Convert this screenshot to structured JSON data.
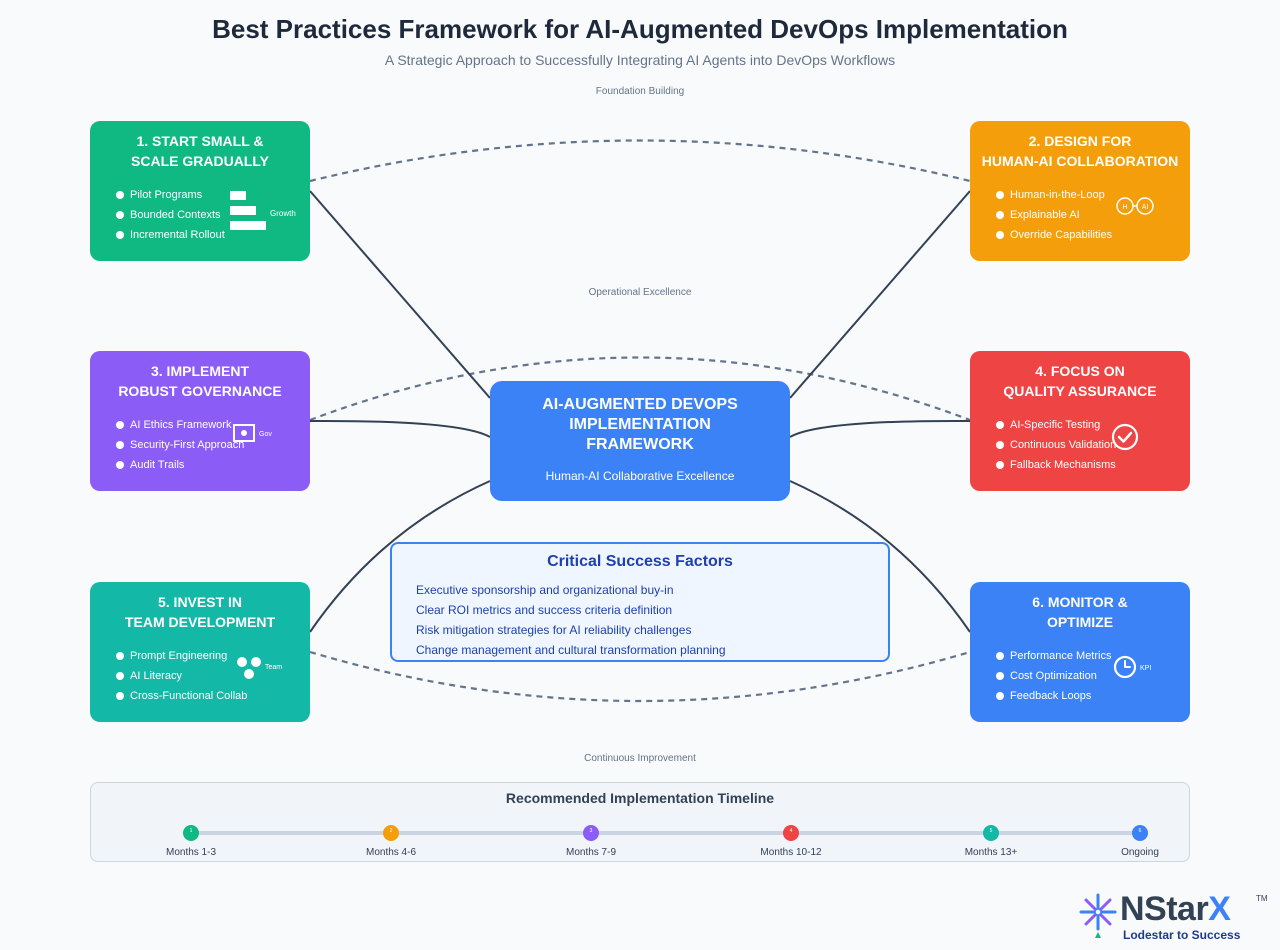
{
  "title": "Best Practices Framework for AI-Augmented DevOps Implementation",
  "subtitle": "A Strategic Approach to Successfully Integrating AI Agents into DevOps Workflows",
  "regions": {
    "top": "Foundation Building",
    "middle": "Operational Excellence",
    "bottom": "Continuous Improvement"
  },
  "center": {
    "title_lines": [
      "AI-AUGMENTED DEVOPS",
      "IMPLEMENTATION",
      "FRAMEWORK"
    ],
    "subtitle": "Human-AI Collaborative Excellence",
    "color": "#3b82f6"
  },
  "cards": [
    {
      "title_lines": [
        "1. START SMALL &",
        "SCALE GRADUALLY"
      ],
      "items": [
        "Pilot Programs",
        "Bounded Contexts",
        "Incremental Rollout"
      ],
      "color": "#10b981",
      "viz_label": "Growth"
    },
    {
      "title_lines": [
        "2. DESIGN FOR",
        "HUMAN-AI COLLABORATION"
      ],
      "items": [
        "Human-in-the-Loop",
        "Explainable AI",
        "Override Capabilities"
      ],
      "color": "#f59e0b",
      "viz_labels": [
        "H",
        "AI"
      ]
    },
    {
      "title_lines": [
        "3. IMPLEMENT",
        "ROBUST GOVERNANCE"
      ],
      "items": [
        "AI Ethics Framework",
        "Security-First Approach",
        "Audit Trails"
      ],
      "color": "#8b5cf6",
      "viz_label": "Gov"
    },
    {
      "title_lines": [
        "4. FOCUS ON",
        "QUALITY ASSURANCE"
      ],
      "items": [
        "AI-Specific Testing",
        "Continuous Validation",
        "Fallback Mechanisms"
      ],
      "color": "#ef4444",
      "viz_icon": "checkmark-circle-icon"
    },
    {
      "title_lines": [
        "5. INVEST IN",
        "TEAM DEVELOPMENT"
      ],
      "items": [
        "Prompt Engineering",
        "AI Literacy",
        "Cross-Functional Collab"
      ],
      "color": "#14b8a6",
      "viz_label": "Team"
    },
    {
      "title_lines": [
        "6. MONITOR &",
        "OPTIMIZE"
      ],
      "items": [
        "Performance Metrics",
        "Cost Optimization",
        "Feedback Loops"
      ],
      "color": "#3b82f6",
      "viz_label": "KPI"
    }
  ],
  "success_factors": {
    "title": "Critical Success Factors",
    "items": [
      "Executive sponsorship and organizational buy-in",
      "Clear ROI metrics and success criteria definition",
      "Risk mitigation strategies for AI reliability challenges",
      "Change management and cultural transformation planning"
    ]
  },
  "timeline": {
    "title": "Recommended Implementation Timeline",
    "steps": [
      {
        "label": "Months 1-3",
        "num": "1",
        "color": "#10b981"
      },
      {
        "label": "Months 4-6",
        "num": "2",
        "color": "#f59e0b"
      },
      {
        "label": "Months 7-9",
        "num": "3",
        "color": "#8b5cf6"
      },
      {
        "label": "Months 10-12",
        "num": "4",
        "color": "#ef4444"
      },
      {
        "label": "Months 13+",
        "num": "5",
        "color": "#14b8a6"
      },
      {
        "label": "Ongoing",
        "num": "6",
        "color": "#3b82f6"
      }
    ]
  },
  "logo": {
    "brand_main": "NStar",
    "brand_x": "X",
    "tm": "TM",
    "tagline": "Lodestar to Success",
    "colors": [
      "#3b82f6",
      "#8b5cf6",
      "#10b981"
    ]
  }
}
